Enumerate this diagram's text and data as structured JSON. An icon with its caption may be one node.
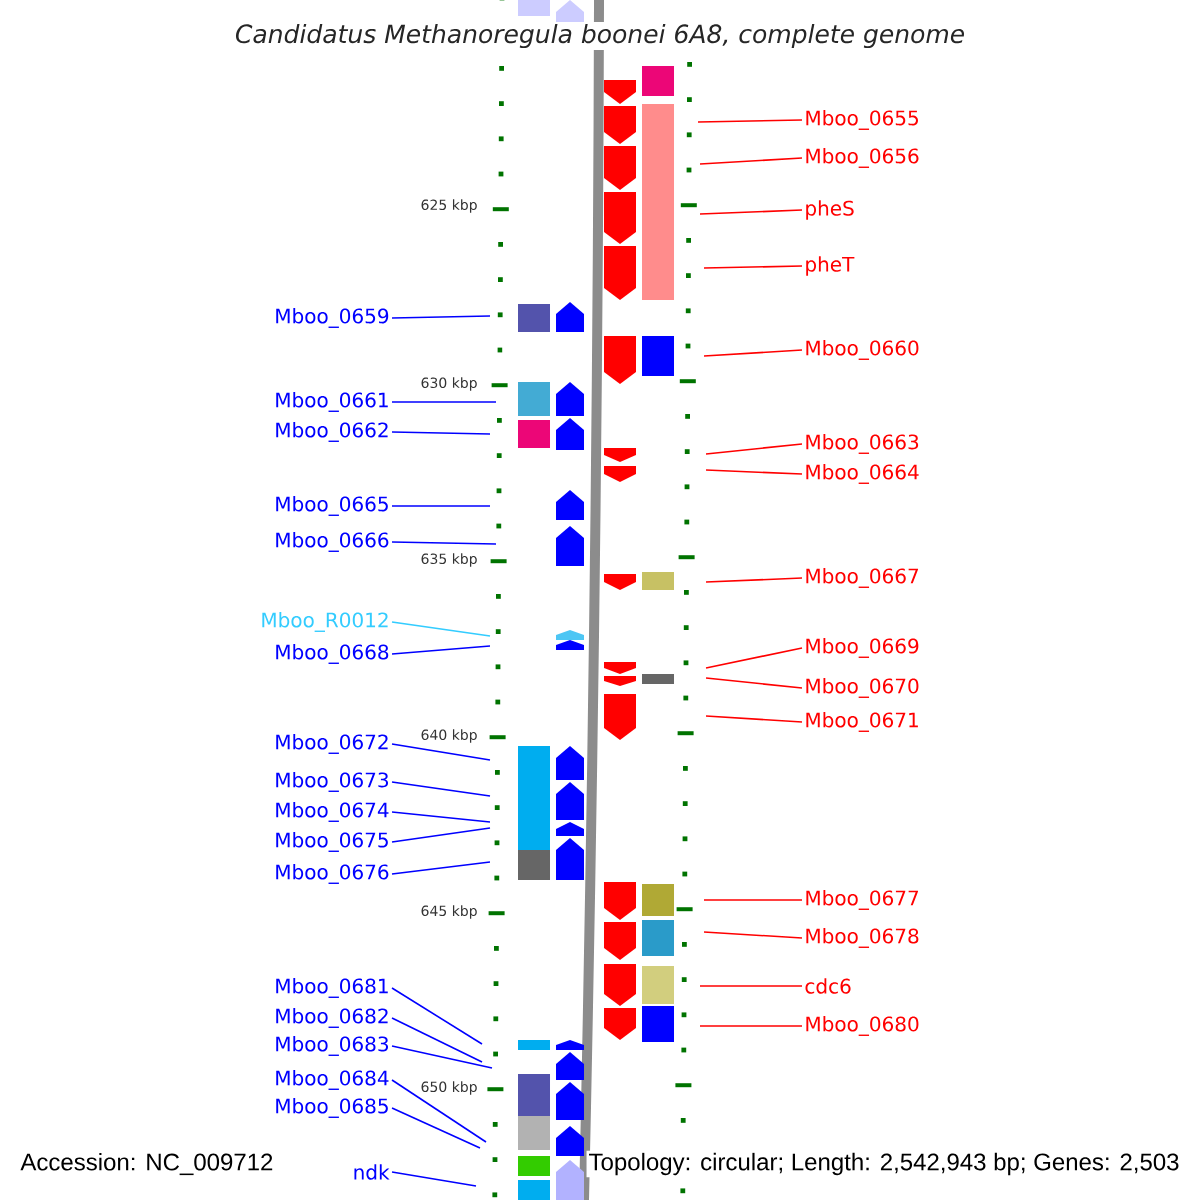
{
  "diagram": {
    "title": "Candidatus Methanoregula boonei 6A8, complete genome",
    "nodes": [
      {
        "text": [
          "Mboo_0655"
        ]
      },
      {
        "text": [
          "Mboo_0656"
        ]
      },
      {
        "text": [
          "pheS"
        ]
      },
      {
        "text": [
          "pheT"
        ]
      },
      {
        "text": [
          "Mboo_0659"
        ]
      },
      {
        "text": [
          "Mboo_0660"
        ]
      },
      {
        "text": [
          "Mboo_0661"
        ]
      },
      {
        "text": [
          "Mboo_0662"
        ]
      },
      {
        "text": [
          "Mboo_0663"
        ]
      },
      {
        "text": [
          "Mboo_0664"
        ]
      },
      {
        "text": [
          "Mboo_0665"
        ]
      },
      {
        "text": [
          "Mboo_0666"
        ]
      },
      {
        "text": [
          "Mboo_0667"
        ]
      },
      {
        "text": [
          "Mboo_R0012"
        ]
      },
      {
        "text": [
          "Mboo_0669"
        ]
      },
      {
        "text": [
          "Mboo_0668"
        ]
      },
      {
        "text": [
          "Mboo_0670"
        ]
      },
      {
        "text": [
          "Mboo_0671"
        ]
      },
      {
        "text": [
          "Mboo_0672"
        ]
      },
      {
        "text": [
          "Mboo_0673"
        ]
      },
      {
        "text": [
          "Mboo_0674"
        ]
      },
      {
        "text": [
          "Mboo_0675"
        ]
      },
      {
        "text": [
          "Mboo_0676"
        ]
      },
      {
        "text": [
          "Mboo_0677"
        ]
      },
      {
        "text": [
          "Mboo_0678"
        ]
      },
      {
        "text": [
          "cdc6"
        ]
      },
      {
        "text": [
          "Mboo_0681"
        ]
      },
      {
        "text": [
          "Mboo_0682"
        ]
      },
      {
        "text": [
          "Mboo_0680"
        ]
      },
      {
        "text": [
          "Mboo_0683"
        ]
      },
      {
        "text": [
          "Mboo_0684"
        ]
      },
      {
        "text": [
          "Mboo_0685"
        ]
      },
      {
        "text": [
          "ndk"
        ]
      }
    ],
    "edges": [
      {
        "from": 0,
        "to": null,
        "arrow": "none",
        "color": "#ff0000"
      },
      {
        "from": 1,
        "to": null,
        "arrow": "none",
        "color": "#ff0000"
      },
      {
        "from": 2,
        "to": null,
        "arrow": "none",
        "color": "#ff0000"
      },
      {
        "from": 3,
        "to": null,
        "arrow": "none",
        "color": "#ff0000"
      },
      {
        "from": 4,
        "to": null,
        "arrow": "none"
      },
      {
        "from": 5,
        "to": null,
        "arrow": "none",
        "color": "#ff0000"
      },
      {
        "from": 6,
        "to": null,
        "arrow": "none"
      },
      {
        "from": 7,
        "to": null,
        "arrow": "none"
      },
      {
        "from": 8,
        "to": null,
        "arrow": "none",
        "color": "#ff0000"
      },
      {
        "from": 9,
        "to": null,
        "arrow": "none",
        "color": "#ff0000"
      },
      {
        "from": 10,
        "to": null,
        "arrow": "none"
      },
      {
        "from": 11,
        "to": null,
        "arrow": "none"
      },
      {
        "from": 12,
        "to": null,
        "arrow": "none",
        "color": "#ff0000"
      },
      {
        "from": 13,
        "to": null,
        "arrow": "none",
        "color": "#33ccff"
      },
      {
        "from": 14,
        "to": null,
        "arrow": "none",
        "color": "#ff0000"
      },
      {
        "from": 15,
        "to": null,
        "arrow": "none"
      },
      {
        "from": 16,
        "to": null,
        "arrow": "none",
        "color": "#ff0000"
      },
      {
        "from": 17,
        "to": null,
        "arrow": "none",
        "color": "#ff0000"
      },
      {
        "from": 18,
        "to": null,
        "arrow": "none"
      },
      {
        "from": 19,
        "to": null,
        "arrow": "none"
      },
      {
        "from": 20,
        "to": null,
        "arrow": "none"
      },
      {
        "from": 21,
        "to": null,
        "arrow": "none"
      },
      {
        "from": 22,
        "to": null,
        "arrow": "none"
      },
      {
        "from": 23,
        "to": null,
        "arrow": "none",
        "color": "#ff0000"
      },
      {
        "from": 24,
        "to": null,
        "arrow": "none",
        "color": "#ff0000"
      },
      {
        "from": 25,
        "to": null,
        "arrow": "none",
        "color": "#ff0000"
      },
      {
        "from": 26,
        "to": null,
        "arrow": "none"
      },
      {
        "from": 27,
        "to": null,
        "arrow": "none"
      },
      {
        "from": 28,
        "to": null,
        "arrow": "none",
        "color": "#ff0000"
      },
      {
        "from": 29,
        "to": null,
        "arrow": "none"
      },
      {
        "from": 30,
        "to": null,
        "arrow": "none"
      },
      {
        "from": 31,
        "to": null,
        "arrow": "none"
      },
      {
        "from": 32,
        "to": null,
        "arrow": "none"
      }
    ],
    "labels": [
      "625 kbp",
      "630 kbp",
      "635 kbp",
      "640 kbp",
      "645 kbp",
      "650 kbp",
      "Accession: NC_009712",
      "Topology: circular; Length: 2,542,943 bp; Genes: 2,503"
    ]
  }
}
